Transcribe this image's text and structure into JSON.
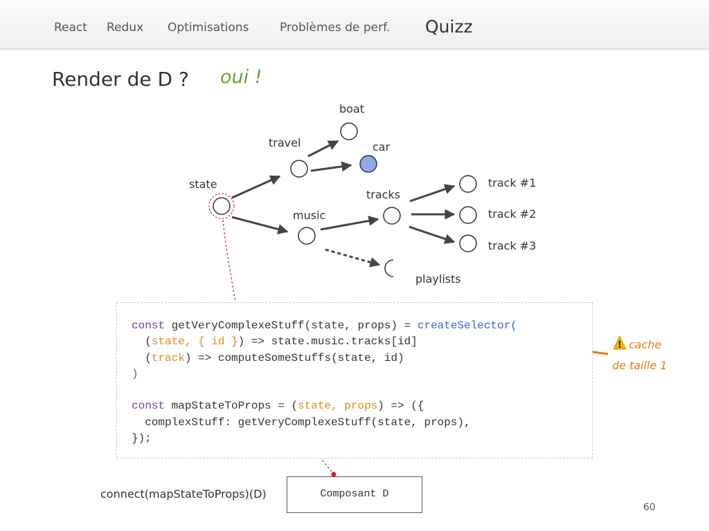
{
  "nav": {
    "items": [
      {
        "label": "React"
      },
      {
        "label": "Redux"
      },
      {
        "label": "Optimisations"
      },
      {
        "label": "Problèmes de perf."
      },
      {
        "label": "Quizz"
      }
    ]
  },
  "slide": {
    "title": "Render de D ?",
    "answer": "oui !",
    "page_number": "60"
  },
  "tree": {
    "nodes": [
      {
        "label": "state",
        "highlight": "dashed-red"
      },
      {
        "label": "travel"
      },
      {
        "label": "boat"
      },
      {
        "label": "car",
        "highlight": "filled-blue"
      },
      {
        "label": "music"
      },
      {
        "label": "tracks"
      },
      {
        "label": "track #1"
      },
      {
        "label": "track #2"
      },
      {
        "label": "track #3"
      },
      {
        "label": "playlists",
        "style": "partial"
      }
    ]
  },
  "code": {
    "line1_kw": "const",
    "line1_a": " getVeryComplexeStuff(state, props) = ",
    "line1_fn": "createSelector(",
    "line2_a": "  (",
    "line2_p": "state, { id }",
    "line2_b": ") => state.music.tracks[id]",
    "line3_a": "  (",
    "line3_p": "track",
    "line3_b": ") => computeSomeStuffs(state, id)",
    "line4": ")",
    "line6_kw": "const",
    "line6_a": " mapStateToProps = (",
    "line6_p": "state, props",
    "line6_b": ") => ({",
    "line7": "  complexStuff: getVeryComplexeStuff(state, props),",
    "line8": "});"
  },
  "annotation": {
    "warning_icon": "warning-icon",
    "line1": "cache",
    "line2": "de taille 1"
  },
  "component": {
    "label": "Composant D",
    "connect_label": "connect(mapStateToProps)(D)"
  },
  "colors": {
    "accent_answer": "#5fa82c",
    "annotation": "#ee7a16",
    "highlight_node": "#8fa8e8",
    "link_red": "#cc2222"
  }
}
